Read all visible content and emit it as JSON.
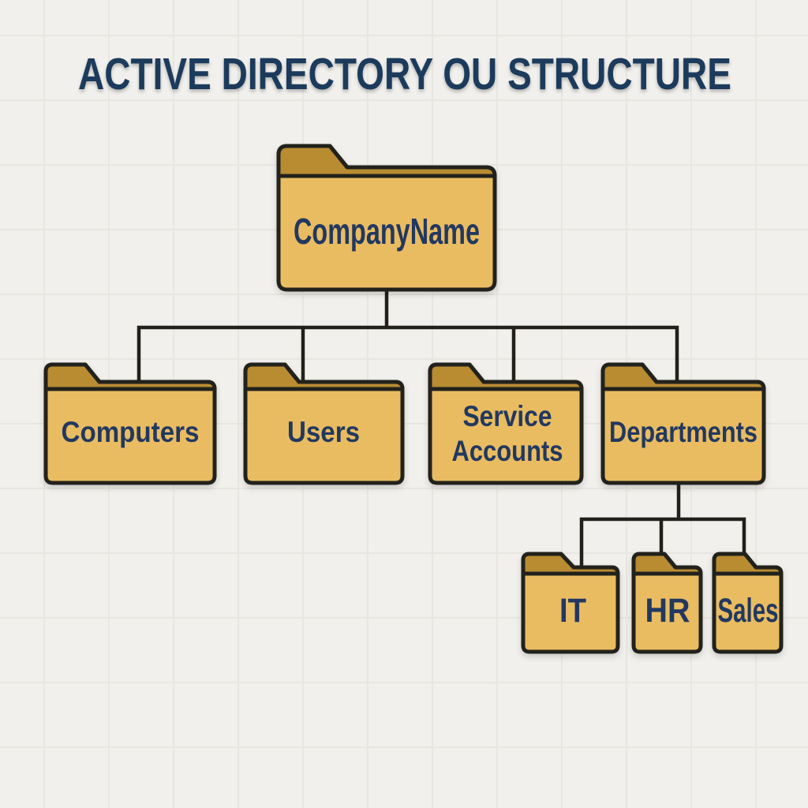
{
  "title": "ACTIVE DIRECTORY OU STRUCTURE",
  "diagram": {
    "type": "org-tree",
    "root": {
      "label": "CompanyName"
    },
    "level1": [
      {
        "label": "Computers"
      },
      {
        "label": "Users"
      },
      {
        "label": "Service Accounts",
        "line1": "Service",
        "line2": "Accounts"
      },
      {
        "label": "Departments"
      }
    ],
    "departments_children": [
      {
        "label": "IT"
      },
      {
        "label": "HR"
      },
      {
        "label": "Sales"
      }
    ]
  },
  "colors": {
    "background": "#f1f0ec",
    "grid_line": "#e7e6e1",
    "folder_body": "#e9bc62",
    "folder_tab": "#b98c33",
    "outline": "#23201a",
    "label_text": "#21395e",
    "title_text": "#1d3a5c"
  }
}
